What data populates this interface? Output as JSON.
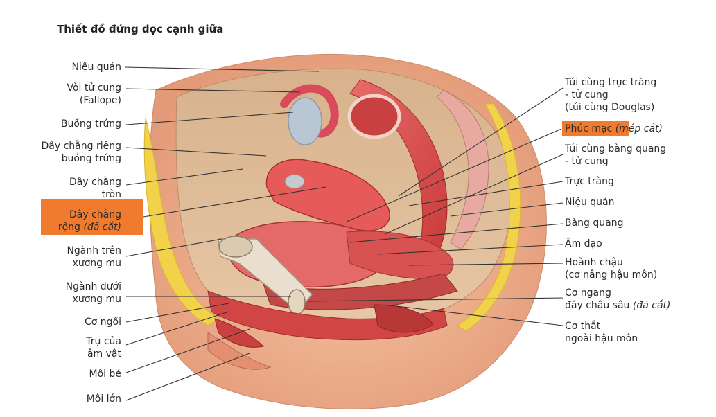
{
  "title": "Thiết đồ đứng dọc cạnh giữa",
  "colors": {
    "highlight": "#f07a2e",
    "label_text": "#2b2b2b",
    "leader_line": "#333333"
  },
  "labels_left": [
    {
      "id": "nieu-quan-top",
      "lines": [
        "Niệu quản"
      ]
    },
    {
      "id": "voi-tu-cung",
      "lines": [
        "Vòi tử cung",
        "(Fallope)"
      ]
    },
    {
      "id": "buong-trung",
      "lines": [
        "Buồng trứng"
      ]
    },
    {
      "id": "day-chang-rieng",
      "lines": [
        "Dây chằng riêng",
        "buồng trứng"
      ]
    },
    {
      "id": "day-chang-tron",
      "lines": [
        "Dây chằng",
        "tròn"
      ]
    },
    {
      "id": "day-chang-rong",
      "lines": [
        "Dây chằng",
        "rộng"
      ],
      "note": "(đã cắt)"
    },
    {
      "id": "nganh-tren",
      "lines": [
        "Ngành trên",
        "xương mu"
      ]
    },
    {
      "id": "nganh-duoi",
      "lines": [
        "Ngành dưới",
        "xương mu"
      ]
    },
    {
      "id": "co-ngoi",
      "lines": [
        "Cơ ngồi"
      ]
    },
    {
      "id": "tru-am-vat",
      "lines": [
        "Trụ của",
        "âm vật"
      ]
    },
    {
      "id": "moi-be",
      "lines": [
        "Môi bé"
      ]
    },
    {
      "id": "moi-lon",
      "lines": [
        "Môi lớn"
      ]
    }
  ],
  "labels_right": [
    {
      "id": "tui-cung-truc-trang",
      "lines": [
        "Túi cùng trực tràng",
        "- tử cung",
        "(túi cùng Douglas)"
      ]
    },
    {
      "id": "phuc-mac",
      "lines": [
        "Phúc mạc"
      ],
      "note": "(mép cắt)"
    },
    {
      "id": "tui-cung-bang-quang",
      "lines": [
        "Túi cùng bàng quang",
        "- tử cung"
      ]
    },
    {
      "id": "truc-trang",
      "lines": [
        "Trực tràng"
      ]
    },
    {
      "id": "nieu-quan-right",
      "lines": [
        "Niệu quản"
      ]
    },
    {
      "id": "bang-quang",
      "lines": [
        "Bàng quang"
      ]
    },
    {
      "id": "am-dao",
      "lines": [
        "Âm đạo"
      ]
    },
    {
      "id": "hoanh-chau",
      "lines": [
        "Hoành chậu",
        "(cơ nâng hậu môn)"
      ]
    },
    {
      "id": "co-ngang",
      "lines": [
        "Cơ ngang",
        "đáy chậu sâu"
      ],
      "note": "(đã cắt)"
    },
    {
      "id": "co-that",
      "lines": [
        "Cơ thắt",
        "ngoài hậu môn"
      ]
    }
  ]
}
